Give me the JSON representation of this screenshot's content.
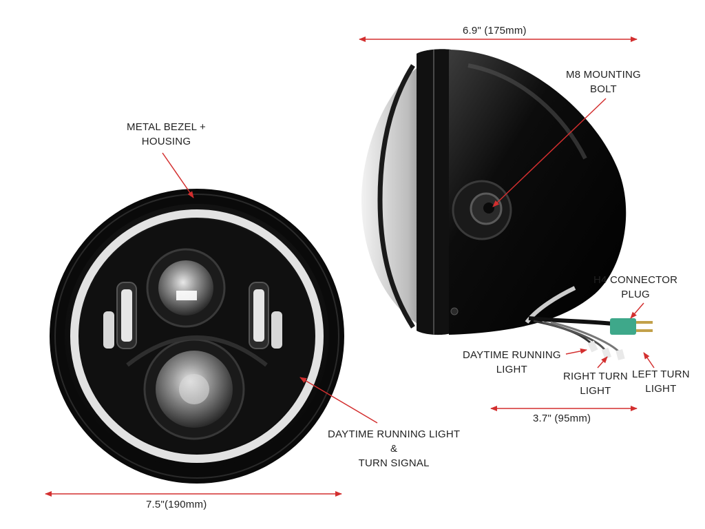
{
  "labels": {
    "top_dimension": "6.9\" (175mm)",
    "bottom_right_dimension": "3.7\" (95mm)",
    "bottom_left_dimension": "7.5\"(190mm)",
    "metal_bezel": [
      "METAL BEZEL +",
      "HOUSING"
    ],
    "m8_bolt": [
      "M8 MOUNTING",
      "BOLT"
    ],
    "h4_plug": [
      "H4 CONNECTOR",
      "PLUG"
    ],
    "drl_wire": [
      "DAYTIME RUNNING",
      "LIGHT"
    ],
    "right_turn": [
      "RIGHT TURN",
      "LIGHT"
    ],
    "left_turn": [
      "LEFT TURN",
      "LIGHT"
    ],
    "drl_turn_signal": [
      "DAYTIME RUNNING LIGHT",
      "&",
      "TURN SIGNAL"
    ]
  },
  "colors": {
    "arrow": "#d32f2f",
    "housing": "#0b0b0b",
    "connector": "#3ea88a",
    "text": "#222222"
  }
}
